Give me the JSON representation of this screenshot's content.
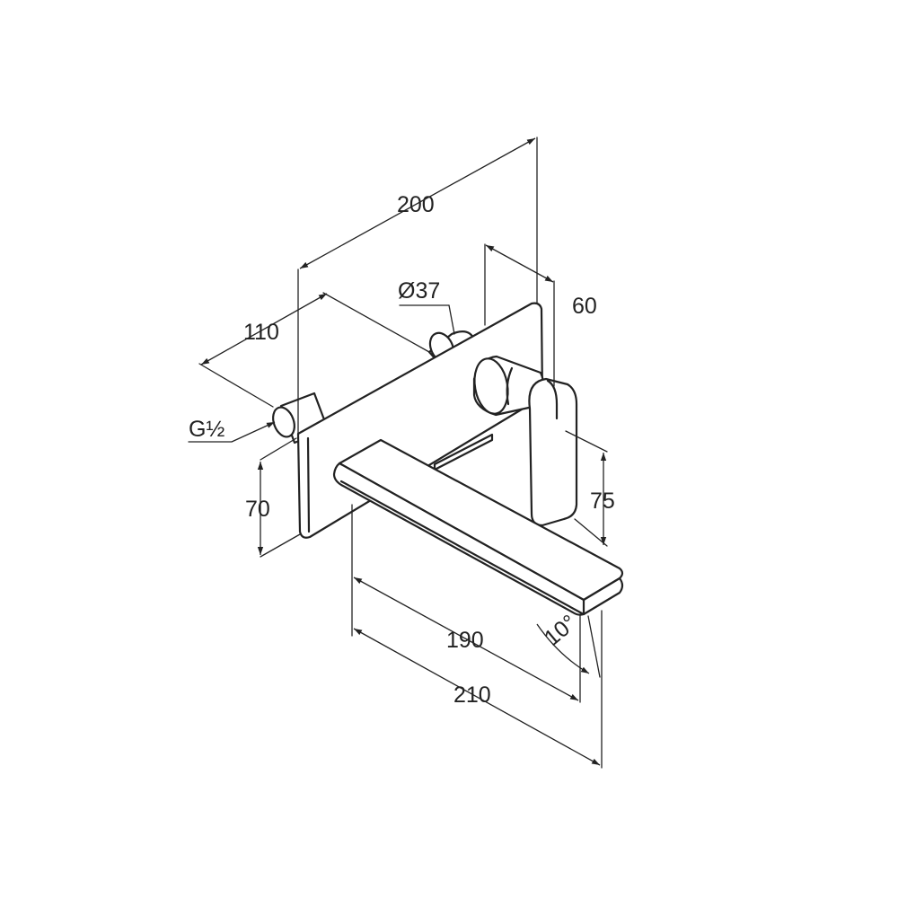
{
  "dimensions": {
    "overall_length": "200",
    "plate_offset": "60",
    "body_diameter": "Ø37",
    "inlet_depth": "110",
    "thread": "G½",
    "plate_height": "70",
    "handle_height": "75",
    "spout_projection": "190",
    "total_projection": "210",
    "spout_angle": "10°"
  },
  "colors": {
    "line": "#222222",
    "background": "#ffffff"
  }
}
